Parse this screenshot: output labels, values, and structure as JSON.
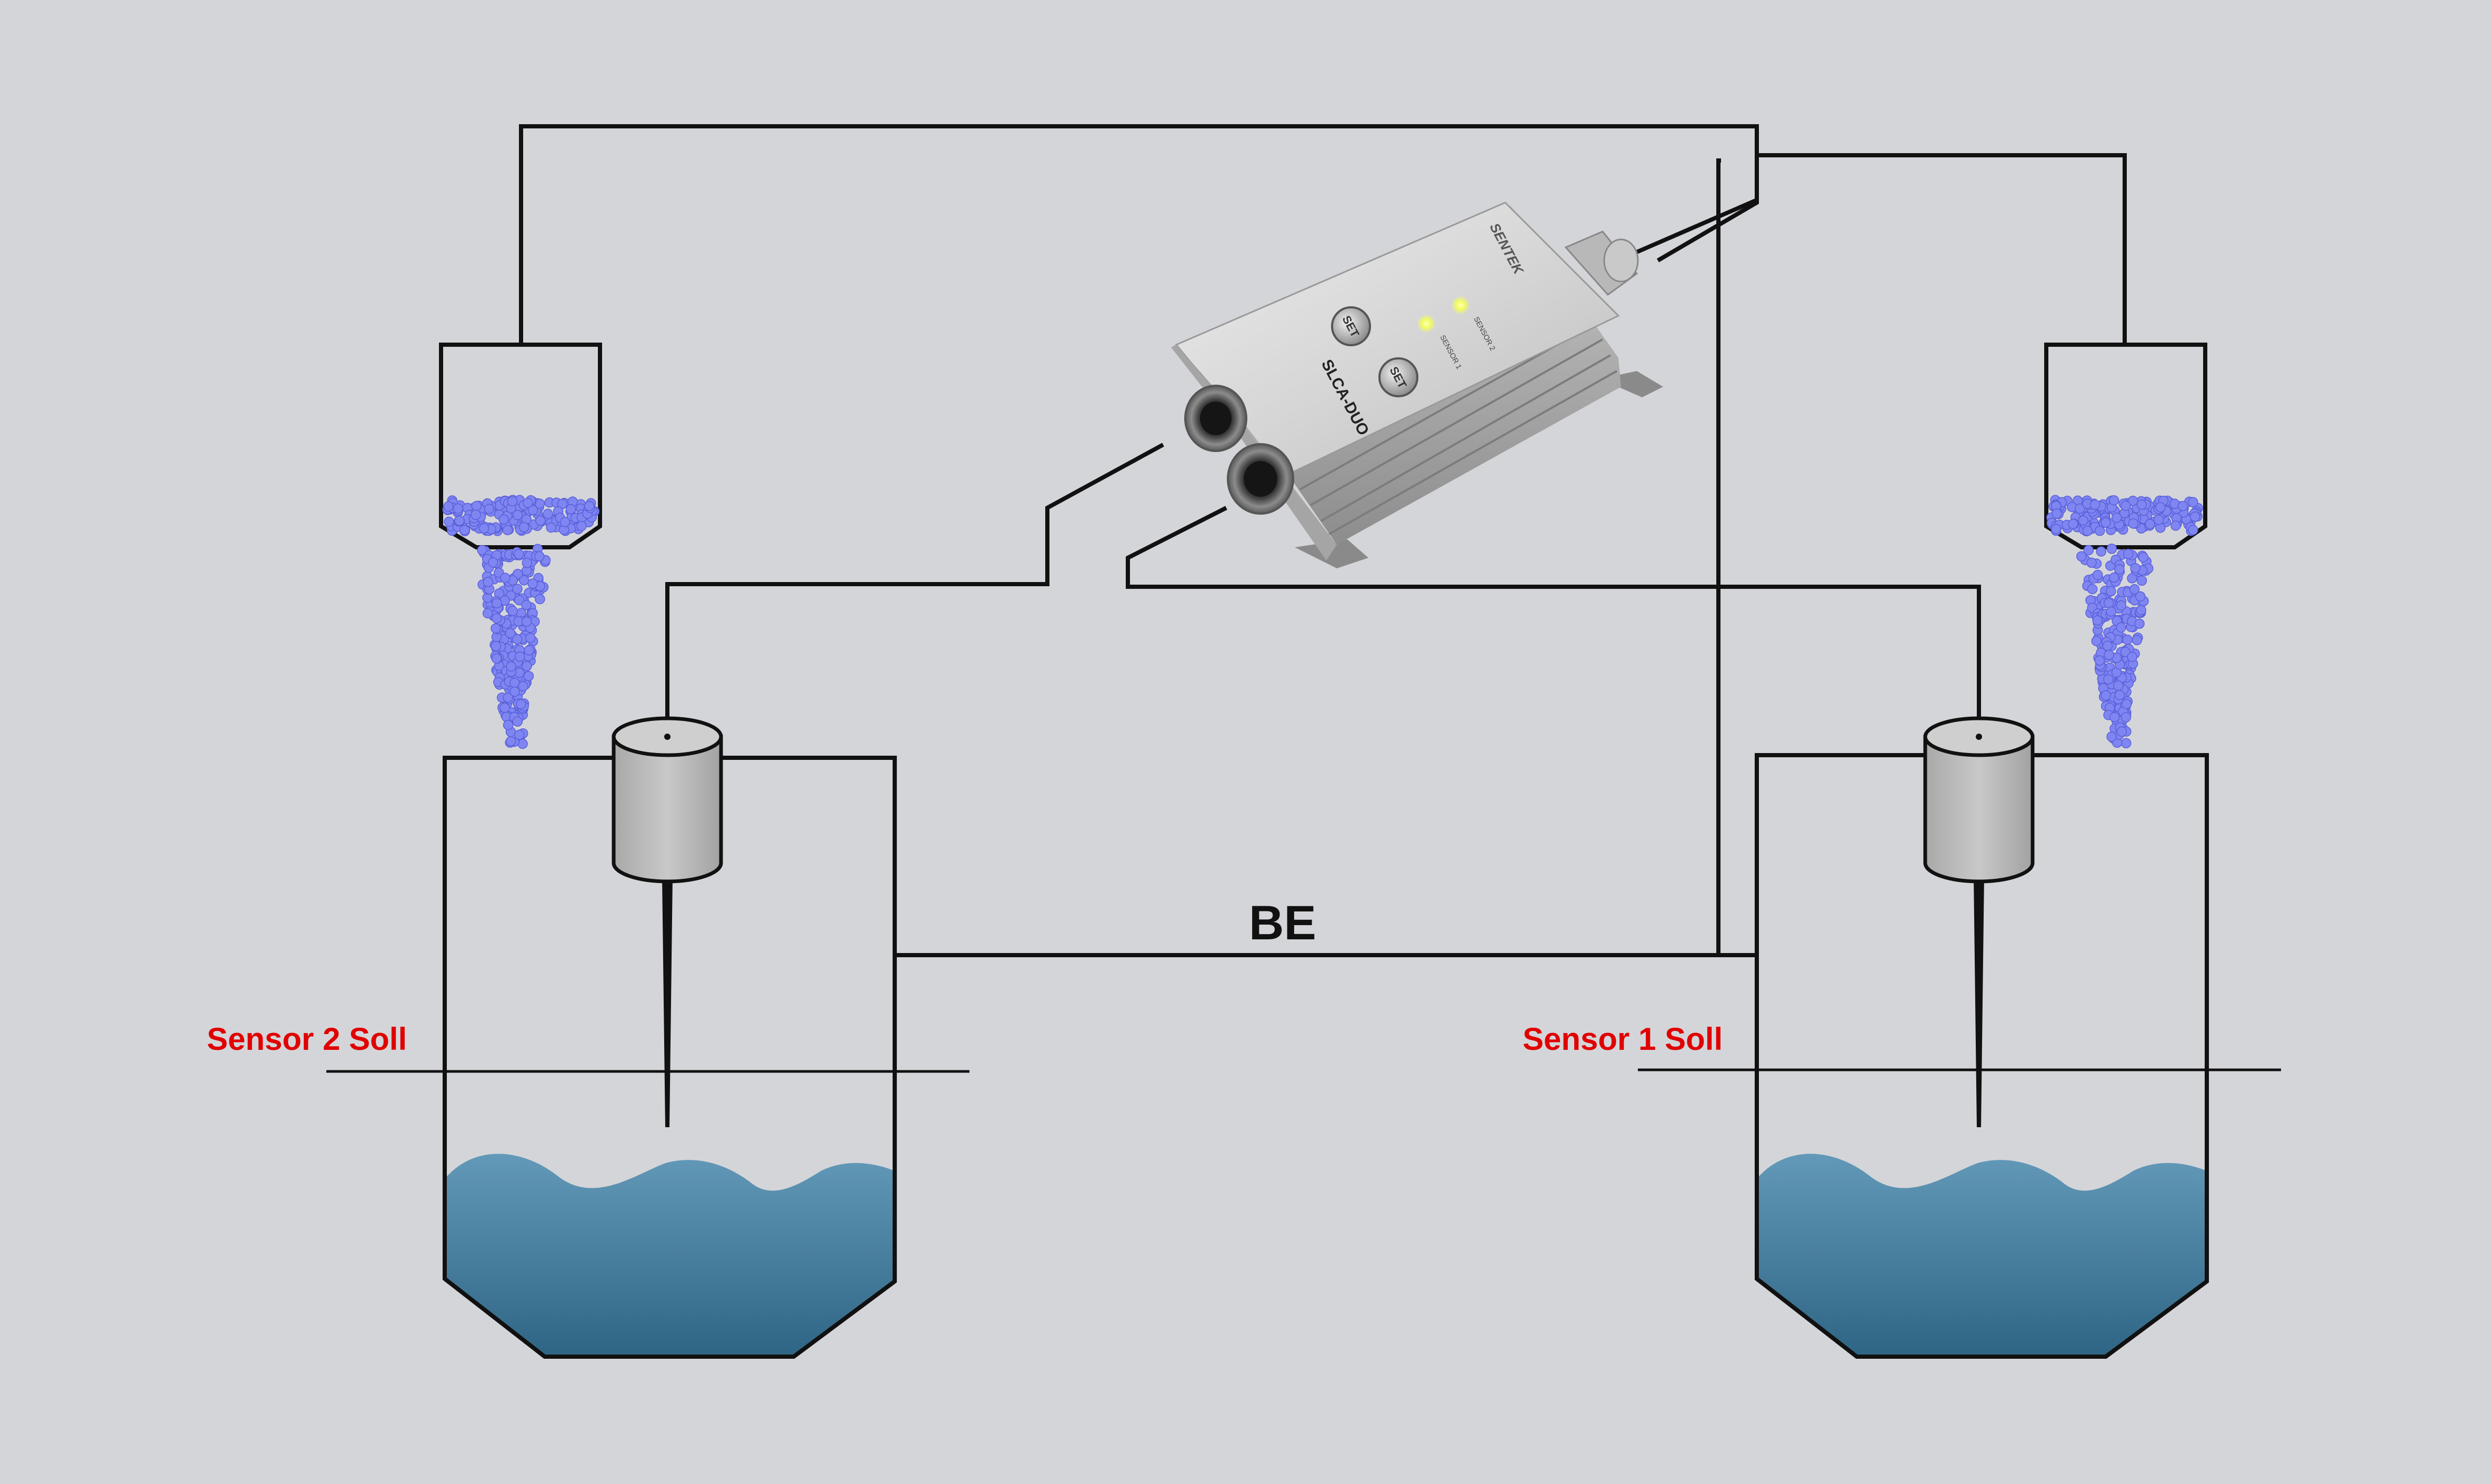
{
  "labels": {
    "sensor_2": "Sensor 2 Soll",
    "sensor_1": "Sensor 1 Soll",
    "ground": "BE"
  },
  "device": {
    "model": "SLCA-DUO",
    "brand": "SENTEK",
    "led_1": "SENSOR 1",
    "led_2": "SENSOR 2",
    "button_top": "SET",
    "button_bottom": "SET"
  },
  "colors": {
    "background": "#d4d5d9",
    "label_text": "#e00000",
    "liquid_top": "#5f95b4",
    "liquid_bottom": "#336a88",
    "granules": "#7f86f2",
    "probe_head": "#bcbcbc",
    "led": "#f4ff5a"
  }
}
